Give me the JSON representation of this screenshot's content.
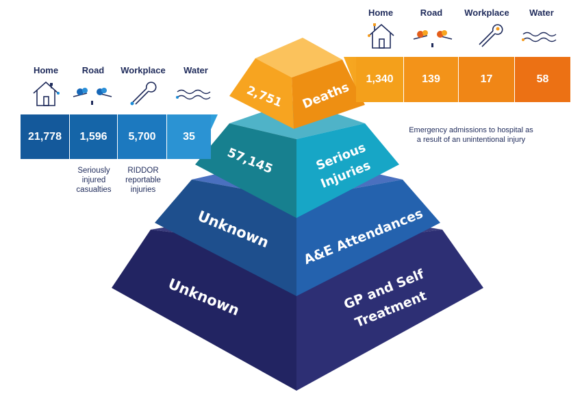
{
  "left_panel": {
    "headers": [
      "Home",
      "Road",
      "Workplace",
      "Water"
    ],
    "icons": [
      "house-icon",
      "road-collision-icon",
      "wrench-icon",
      "water-waves-icon"
    ],
    "values": [
      "21,778",
      "1,596",
      "5,700",
      "35"
    ],
    "notes": {
      "road": "Seriously\ninjured\ncasualties",
      "workplace": "RIDDOR\nreportable\ninjuries"
    },
    "colors": [
      "#14599b",
      "#1565a8",
      "#1c79bf",
      "#2b93d3"
    ]
  },
  "right_panel": {
    "headers": [
      "Home",
      "Road",
      "Workplace",
      "Water"
    ],
    "icons": [
      "house-icon",
      "road-collision-icon",
      "wrench-icon",
      "water-waves-icon"
    ],
    "values": [
      "1,340",
      "139",
      "17",
      "58"
    ],
    "colors": [
      "#f4a01b",
      "#f39319",
      "#f08616",
      "#ec7114"
    ]
  },
  "annotation": "Emergency admissions to hospital as\na result of an unintentional injury",
  "pyramid": {
    "tiers": [
      {
        "name": "deaths",
        "label": "Deaths",
        "value": "2,751",
        "colors": {
          "top": "#fbc25c",
          "left": "#f7a420",
          "right": "#ee8f12"
        }
      },
      {
        "name": "serious-injuries",
        "label": "Serious Injuries",
        "value": "57,145",
        "colors": {
          "top": "#4fb3c8",
          "left": "#17808f",
          "right": "#17a6c6"
        }
      },
      {
        "name": "ae-attendances",
        "label": "A&E Attendances",
        "value": "Unknown",
        "colors": {
          "top": "#4a70bf",
          "left": "#1e4f8d",
          "right": "#2462ae"
        }
      },
      {
        "name": "gp-self-treatment",
        "label": "GP and Self Treatment",
        "value": "Unknown",
        "colors": {
          "top": "#3a3c7e",
          "left": "#222462",
          "right": "#2d2f74"
        }
      }
    ]
  }
}
